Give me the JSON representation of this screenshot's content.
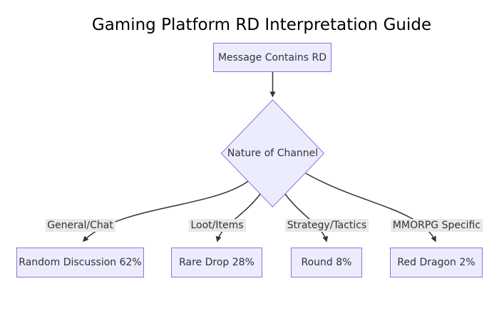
{
  "title": "Gaming Platform RD Interpretation Guide",
  "diagram": {
    "type": "flowchart",
    "root_node": {
      "label": "Message Contains RD"
    },
    "decision_node": {
      "label": "Nature of Channel"
    },
    "branches": [
      {
        "edge_label": "General/Chat",
        "result_label": "Random Discussion 62%"
      },
      {
        "edge_label": "Loot/Items",
        "result_label": "Rare Drop 28%"
      },
      {
        "edge_label": "Strategy/Tactics",
        "result_label": "Round 8%"
      },
      {
        "edge_label": "MMORPG Specific",
        "result_label": "Red Dragon 2%"
      }
    ],
    "colors": {
      "node_fill": "#ECECFF",
      "node_border": "#9370DB",
      "edge_color": "#333333",
      "edge_label_bg": "#e8e8e8",
      "text_color": "#333333",
      "title_color": "#000000",
      "background": "#ffffff"
    }
  }
}
